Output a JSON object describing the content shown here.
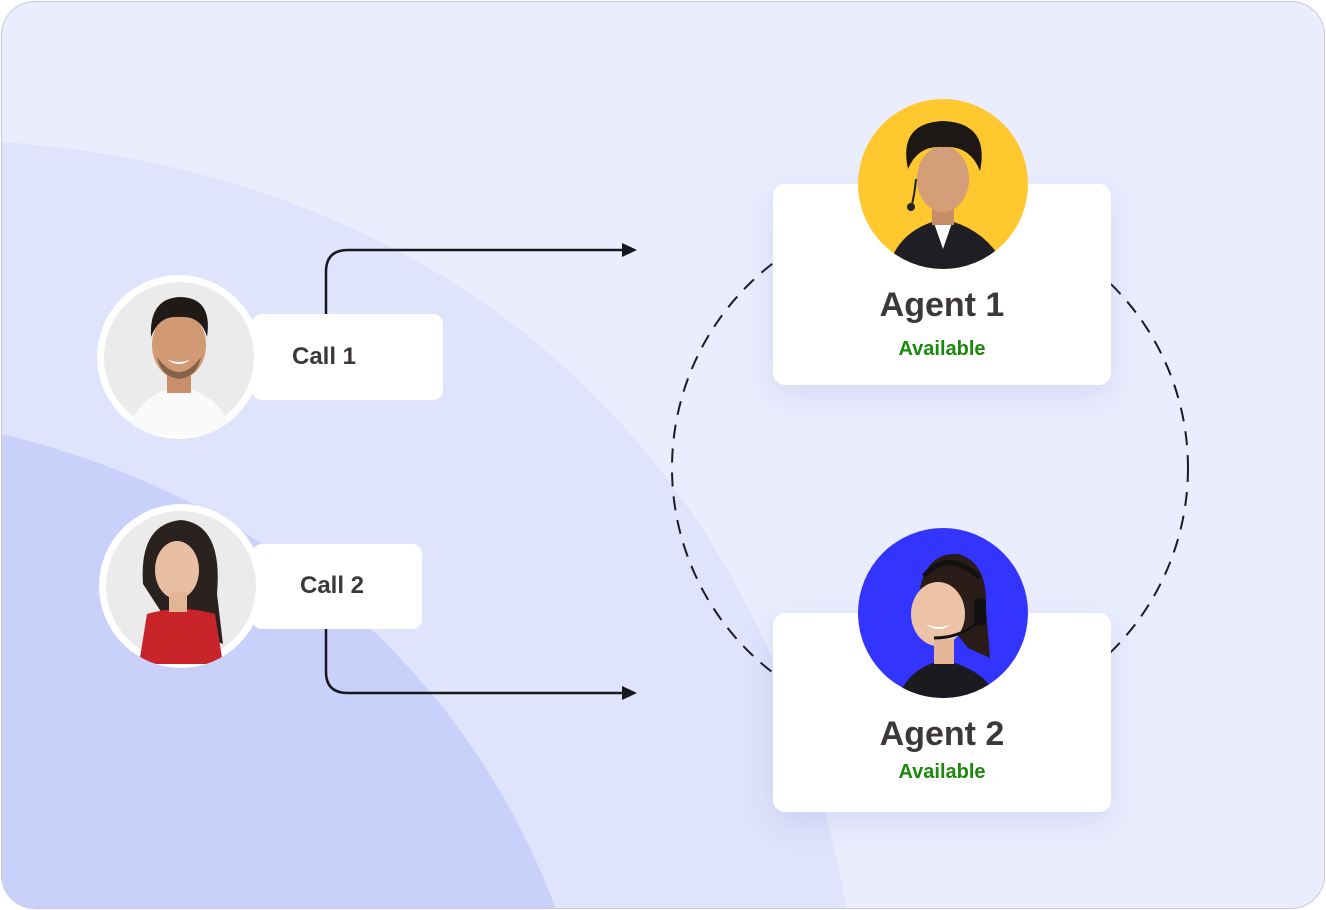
{
  "callers": [
    {
      "label": "Call 1",
      "icon": "man-caller-avatar"
    },
    {
      "label": "Call 2",
      "icon": "woman-caller-avatar"
    }
  ],
  "agents": [
    {
      "name": "Agent 1",
      "status": "Available",
      "avatar_bg": "#ffc82e"
    },
    {
      "name": "Agent 2",
      "status": "Available",
      "avatar_bg": "#3434ff"
    }
  ],
  "colors": {
    "status": "#1a8a0a",
    "background": "#eaedfd",
    "text": "#3d3838"
  }
}
